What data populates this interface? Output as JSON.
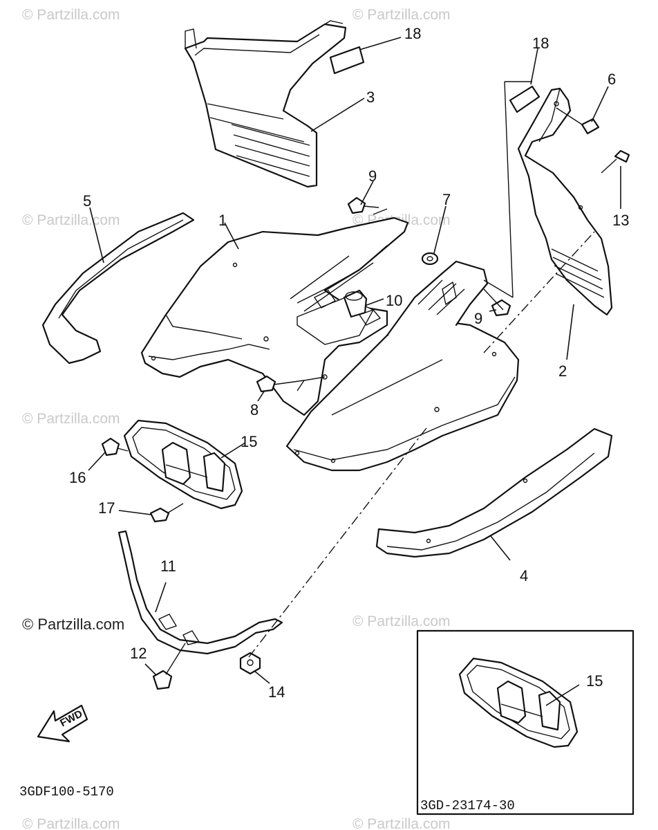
{
  "watermark": "© Partzilla.com",
  "diagram_code": "3GDF100-5170",
  "inset_code": "3GD-23174-30",
  "fwd_label": "FWD",
  "callouts": {
    "c1": "1",
    "c2": "2",
    "c3": "3",
    "c4": "4",
    "c5": "5",
    "c6": "6",
    "c7": "7",
    "c8": "8",
    "c9a": "9",
    "c9b": "9",
    "c10": "10",
    "c11": "11",
    "c12": "12",
    "c13": "13",
    "c14": "14",
    "c15a": "15",
    "c15b": "15",
    "c16": "16",
    "c17": "17",
    "c18a": "18",
    "c18b": "18"
  }
}
